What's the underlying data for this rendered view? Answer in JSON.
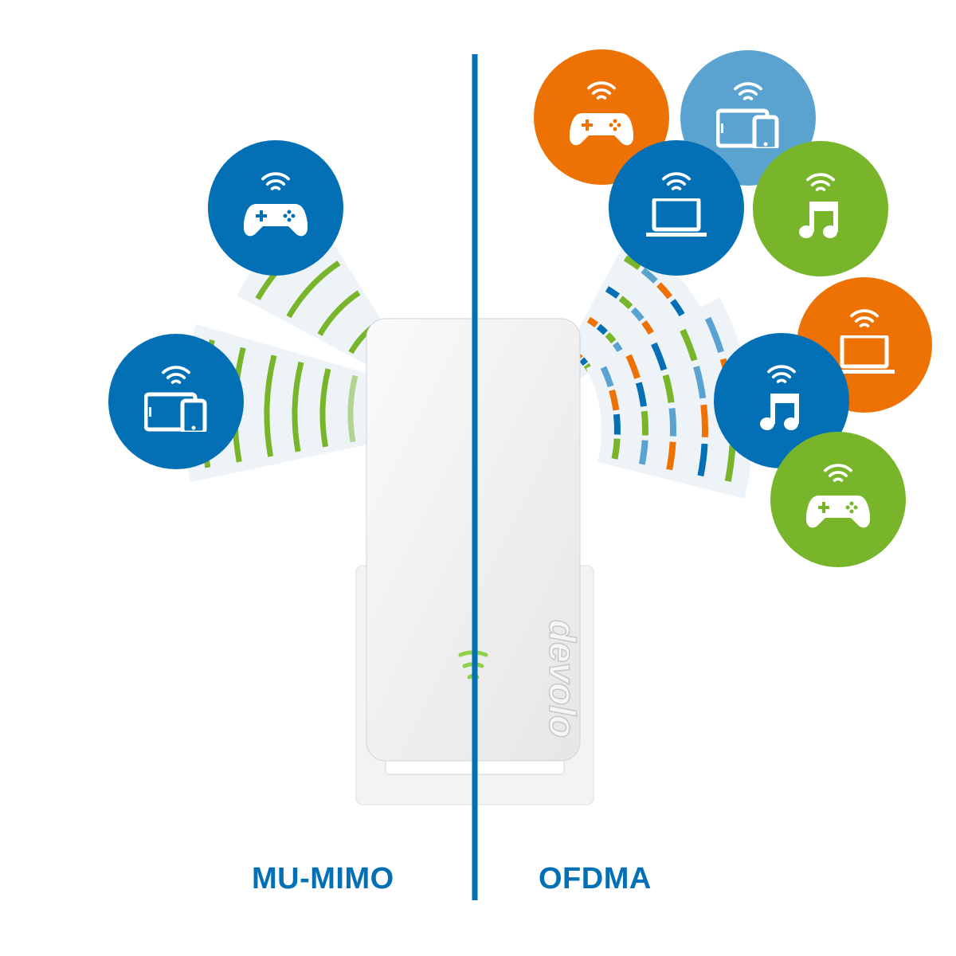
{
  "colors": {
    "blue": "#0370b5",
    "light_blue": "#5aa3d1",
    "orange": "#ee7203",
    "green": "#78b52a"
  },
  "left_section": {
    "label": "MU-MIMO",
    "devices": [
      {
        "icon": "gamepad-icon",
        "color": "#0370b5"
      },
      {
        "icon": "tablet-phone-icon",
        "color": "#0370b5"
      }
    ]
  },
  "right_section": {
    "label": "OFDMA",
    "devices": [
      {
        "icon": "gamepad-icon",
        "color": "#ee7203"
      },
      {
        "icon": "tablet-phone-icon",
        "color": "#5aa3d1"
      },
      {
        "icon": "laptop-icon",
        "color": "#0370b5"
      },
      {
        "icon": "music-icon",
        "color": "#78b52a"
      },
      {
        "icon": "laptop-icon",
        "color": "#ee7203"
      },
      {
        "icon": "music-icon",
        "color": "#0370b5"
      },
      {
        "icon": "gamepad-icon",
        "color": "#78b52a"
      }
    ]
  },
  "device": {
    "brand_logo": "devolo"
  }
}
